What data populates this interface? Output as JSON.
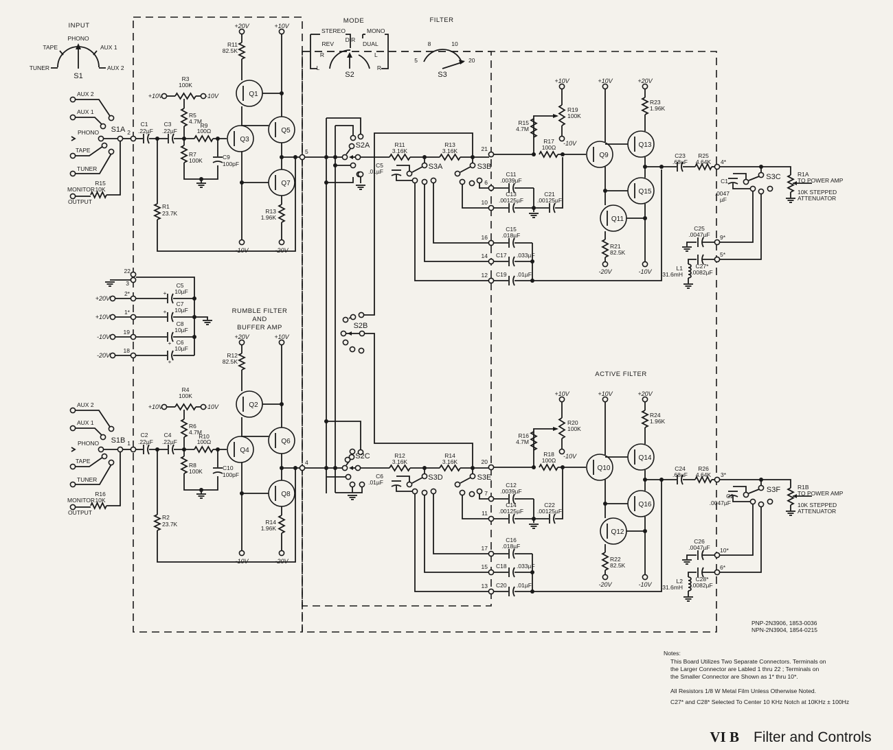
{
  "page_title": {
    "roman": "VI B",
    "text": "Filter and Controls"
  },
  "sections": {
    "rumble_filter": [
      "RUMBLE FILTER",
      "AND",
      "BUFFER AMP"
    ],
    "active_filter": "ACTIVE FILTER"
  },
  "input_selector": {
    "title": "INPUT",
    "switch": "S1",
    "positions": [
      "TUNER",
      "TAPE",
      "PHONO",
      "AUX 1",
      "AUX 2"
    ]
  },
  "mode_selector": {
    "title": "MODE",
    "switch": "S2",
    "stereo_label": "STEREO",
    "mono_label": "MONO",
    "stereo_positions": [
      "L",
      "R",
      "REV",
      "DIR"
    ],
    "mono_positions": [
      "DUAL",
      "L",
      "R"
    ]
  },
  "filter_selector": {
    "title": "FILTER",
    "switch": "S3",
    "positions": [
      "5",
      "8",
      "10",
      "20"
    ]
  },
  "channel_a": {
    "input_switch": "S1A",
    "inputs": [
      "AUX 2",
      "AUX 1",
      "PHONO",
      "TAPE",
      "TUNER"
    ],
    "monitor": [
      "MONITOR",
      "OUTPUT"
    ],
    "r_monitor": {
      "name": "R15",
      "value": "10K"
    },
    "terminal_in": "2",
    "terminal_out": "5",
    "C1": {
      "name": "C1",
      "value": ".22µF"
    },
    "C3": {
      "name": "C3",
      "value": ".22µF"
    },
    "R3": {
      "name": "R3",
      "value": "100K"
    },
    "R5": {
      "name": "R5",
      "value": "4.7M"
    },
    "R7": {
      "name": "R7",
      "value": "100K"
    },
    "R9": {
      "name": "R9",
      "value": "100Ω"
    },
    "C9": {
      "name": "C9",
      "value": "100pF"
    },
    "R1": {
      "name": "R1",
      "value": "23.7K"
    },
    "R11": {
      "name": "R11",
      "value": "82.5K"
    },
    "R13": {
      "name": "R13",
      "value": "1.96K"
    },
    "transistors": [
      "Q1",
      "Q3",
      "Q5",
      "Q7"
    ],
    "mode_switch": "S2A",
    "R11b": {
      "name": "R11",
      "value": "3.16K"
    },
    "R13b": {
      "name": "R13",
      "value": "3.16K"
    },
    "C5": {
      "name": "C5",
      "value": ".01µF"
    },
    "filter_switches": [
      "S3A",
      "S3B",
      "S3C"
    ],
    "terminal_21": "21",
    "terminals_filter": [
      "6",
      "10",
      "16",
      "14",
      "12"
    ],
    "R15": {
      "name": "R15",
      "value": "4.7M"
    },
    "R19": {
      "name": "R19",
      "value": "100K"
    },
    "R17": {
      "name": "R17",
      "value": "100Ω"
    },
    "C11": {
      "name": "C11",
      "value": ".0039µF"
    },
    "C13": {
      "name": "C13",
      "value": ".00125µF"
    },
    "C21": {
      "name": "C21",
      "value": ".00125µF"
    },
    "C15": {
      "name": "C15",
      "value": ".018µF"
    },
    "C17": {
      "name": "C17",
      "value": ".033µF"
    },
    "C19": {
      "name": "C19",
      "value": ".01µF"
    },
    "active_transistors": [
      "Q9",
      "Q13",
      "Q15",
      "Q11"
    ],
    "R21": {
      "name": "R21",
      "value": "82.5K"
    },
    "R23": {
      "name": "R23",
      "value": "1.96K"
    },
    "C23": {
      "name": "C23",
      "value": ".68µF"
    },
    "R25": {
      "name": "R25",
      "value": "4.64K"
    },
    "out_terminal": "4*",
    "C1n": {
      "name": "C1",
      "value": ".0047",
      "unit": "µF"
    },
    "C25": {
      "name": "C25",
      "value": ".0047µF"
    },
    "t9": "9*",
    "t5": "5*",
    "C27": {
      "name": "C27*",
      "value": ".0082µF"
    },
    "L1": {
      "name": "L1",
      "value": "31.6mH"
    },
    "atten": {
      "name": "R1A",
      "lines": [
        "TO POWER AMP",
        "10K STEPPED",
        "ATTENUATOR"
      ]
    }
  },
  "channel_b": {
    "input_switch": "S1B",
    "inputs": [
      "AUX 2",
      "AUX 1",
      "PHONO",
      "TAPE",
      "TUNER"
    ],
    "monitor": [
      "MONITOR",
      "OUTPUT"
    ],
    "r_monitor": {
      "name": "R16",
      "value": "10K"
    },
    "terminal_in": "1",
    "terminal_out": "4",
    "C2": {
      "name": "C2",
      "value": ".22µF"
    },
    "C4": {
      "name": "C4",
      "value": ".22µF"
    },
    "R4": {
      "name": "R4",
      "value": "100K"
    },
    "R6": {
      "name": "R6",
      "value": "4.7M"
    },
    "R8": {
      "name": "R8",
      "value": "100K"
    },
    "R10": {
      "name": "R10",
      "value": "100Ω"
    },
    "C10": {
      "name": "C10",
      "value": "100pF"
    },
    "R2": {
      "name": "R2",
      "value": "23.7K"
    },
    "R12": {
      "name": "R12",
      "value": "82.5K"
    },
    "R14": {
      "name": "R14",
      "value": "1.96K"
    },
    "transistors": [
      "Q2",
      "Q4",
      "Q6",
      "Q8"
    ],
    "mode_switch": "S2C",
    "mode_switch_b": "S2B",
    "R12b": {
      "name": "R12",
      "value": "3.16K"
    },
    "R14b": {
      "name": "R14",
      "value": "3.16K"
    },
    "C6": {
      "name": "C6",
      "value": ".01µF"
    },
    "filter_switches": [
      "S3D",
      "S3E",
      "S3F"
    ],
    "terminal_20": "20",
    "terminals_filter": [
      "7",
      "11",
      "17",
      "15",
      "13"
    ],
    "R16": {
      "name": "R16",
      "value": "4.7M"
    },
    "R20": {
      "name": "R20",
      "value": "100K"
    },
    "R18": {
      "name": "R18",
      "value": "100Ω"
    },
    "C12": {
      "name": "C12",
      "value": ".0039µF"
    },
    "C14": {
      "name": "C14",
      "value": ".00125µF"
    },
    "C22": {
      "name": "C22",
      "value": ".00125µF"
    },
    "C16": {
      "name": "C16",
      "value": ".018µF"
    },
    "C18": {
      "name": "C18",
      "value": ".033µF"
    },
    "C20": {
      "name": "C20",
      "value": ".01µF"
    },
    "active_transistors": [
      "Q10",
      "Q14",
      "Q16",
      "Q12"
    ],
    "R22": {
      "name": "R22",
      "value": "82.5K"
    },
    "R24": {
      "name": "R24",
      "value": "1.96K"
    },
    "C24": {
      "name": "C24",
      "value": ".68µF"
    },
    "R26": {
      "name": "R26",
      "value": "4.64K"
    },
    "out_terminal": "3*",
    "C2n": {
      "name": "C2",
      "value": ".0047µF"
    },
    "C26": {
      "name": "C26",
      "value": ".0047µF"
    },
    "t10": "10*",
    "t6": "6*",
    "C28": {
      "name": "C28*",
      "value": ".0082µF"
    },
    "L2": {
      "name": "L2",
      "value": "31.6mH"
    },
    "atten": {
      "name": "R1B",
      "lines": [
        "TO POWER AMP",
        "10K STEPPED",
        "ATTENUATOR"
      ]
    }
  },
  "power": {
    "terminals": [
      "22",
      "3",
      "2*",
      "1*",
      "19",
      "18"
    ],
    "rails": [
      "+20V",
      "+10V",
      "-10V",
      "-20V"
    ],
    "caps": [
      {
        "name": "C5",
        "value": "10µF"
      },
      {
        "name": "C7",
        "value": "10µF"
      },
      {
        "name": "C8",
        "value": "10µF"
      },
      {
        "name": "C6",
        "value": "10µF"
      }
    ]
  },
  "volts": {
    "p20": "+20V",
    "p10": "+10V",
    "m10": "-10V",
    "m20": "-20V"
  },
  "parts": [
    "PNP-2N3906, 1853-0036",
    "NPN-2N3904, 1854-0215"
  ],
  "notes": {
    "title": "Notes:",
    "lines": [
      "This Board Utilizes Two Separate Connectors. Terminals on",
      "the Larger Connector are Labled 1 thru 22 ; Terminals on",
      "the Smaller Connector are Shown as 1* thru 10*.",
      "All Resistors 1/8 W Metal Film Unless Otherwise Noted.",
      "C27* and C28* Selected To Center 10 KHz Notch at 10KHz ± 100Hz"
    ]
  }
}
